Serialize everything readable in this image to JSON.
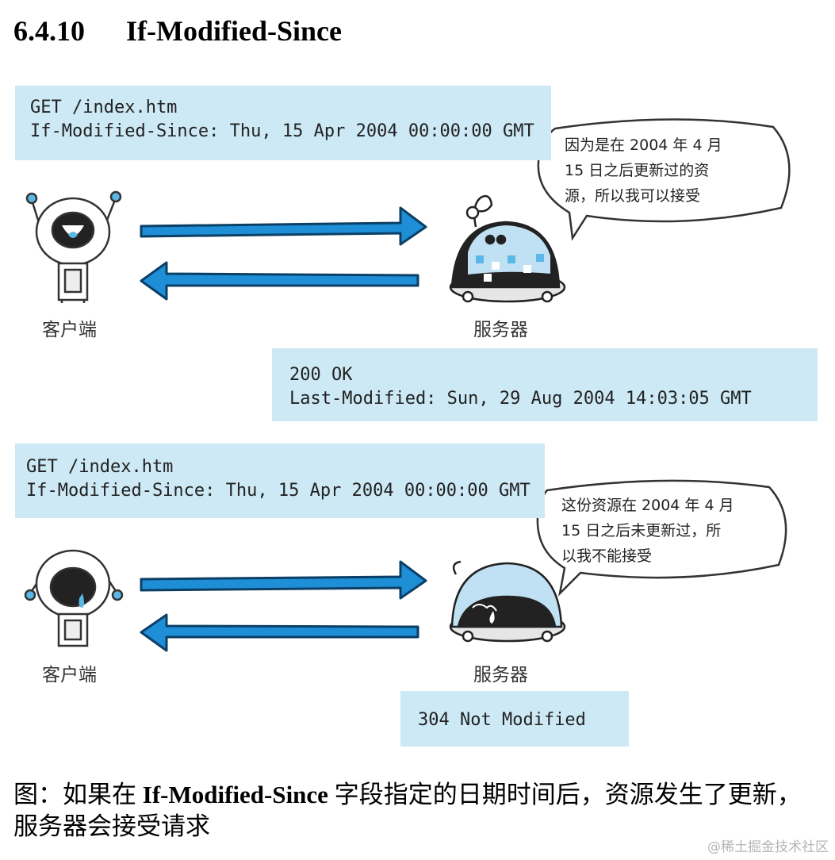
{
  "heading": {
    "number": "6.4.10",
    "title": "If-Modified-Since"
  },
  "scenario1": {
    "request_line1": "GET /index.htm",
    "request_line2": "If-Modified-Since: Thu, 15 Apr 2004 00:00:00 GMT",
    "client_label": "客户端",
    "server_label": "服务器",
    "speech": [
      "因为是在 2004 年 4 月",
      "15 日之后更新过的资",
      "源，所以我可以接受"
    ],
    "response_line1": "200 OK",
    "response_line2": "Last-Modified: Sun, 29 Aug 2004 14:03:05 GMT"
  },
  "scenario2": {
    "request_line1": "GET /index.htm",
    "request_line2": "If-Modified-Since: Thu, 15 Apr 2004 00:00:00 GMT",
    "client_label": "客户端",
    "server_label": "服务器",
    "speech": [
      "这份资源在 2004 年 4 月",
      "15 日之后未更新过，所",
      "以我不能接受"
    ],
    "response_line1": "304 Not Modified"
  },
  "caption": {
    "prefix": "图：如果在 ",
    "field": "If-Modified-Since",
    "suffix": " 字段指定的日期时间后，资源发生了更新，服务器会接受请求"
  },
  "watermark": "@稀土掘金技术社区",
  "colors": {
    "box_bg": "#cde9f5",
    "arrow": "#1e8fd6",
    "robot_blue": "#5bb7e6",
    "server_dome": "#bfe1f3"
  }
}
